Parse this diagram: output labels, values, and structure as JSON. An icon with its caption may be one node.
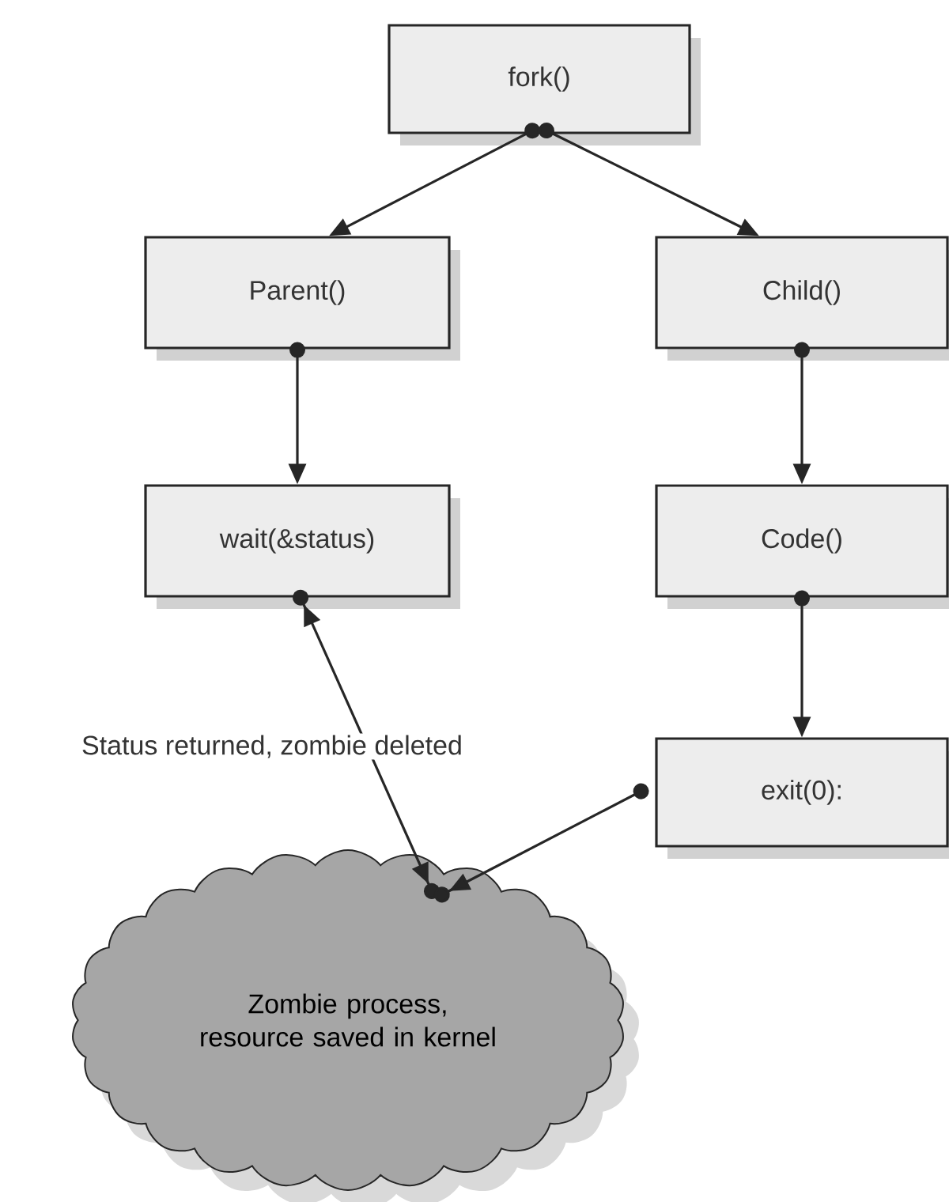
{
  "diagram": {
    "nodes": [
      {
        "text": [
          "fork()"
        ]
      },
      {
        "text": [
          "Parent()"
        ]
      },
      {
        "text": [
          "Child()"
        ]
      },
      {
        "text": [
          "wait(&status)"
        ]
      },
      {
        "text": [
          "Code()"
        ]
      },
      {
        "text": [
          "exit(0):"
        ]
      },
      {
        "text": [
          "Zombie process, resource saved in kernel"
        ]
      }
    ],
    "edges": [
      {
        "from": 0,
        "to": 1,
        "arrow": "to"
      },
      {
        "from": 0,
        "to": 2,
        "arrow": "to"
      },
      {
        "from": 1,
        "to": 3,
        "arrow": "to"
      },
      {
        "from": 2,
        "to": 4,
        "arrow": "to"
      },
      {
        "from": 4,
        "to": 5,
        "arrow": "to"
      },
      {
        "from": 3,
        "to": 6,
        "arrow": "both",
        "label": "Status returned, zombie deleted"
      },
      {
        "from": 5,
        "to": 6,
        "arrow": "to"
      }
    ]
  }
}
